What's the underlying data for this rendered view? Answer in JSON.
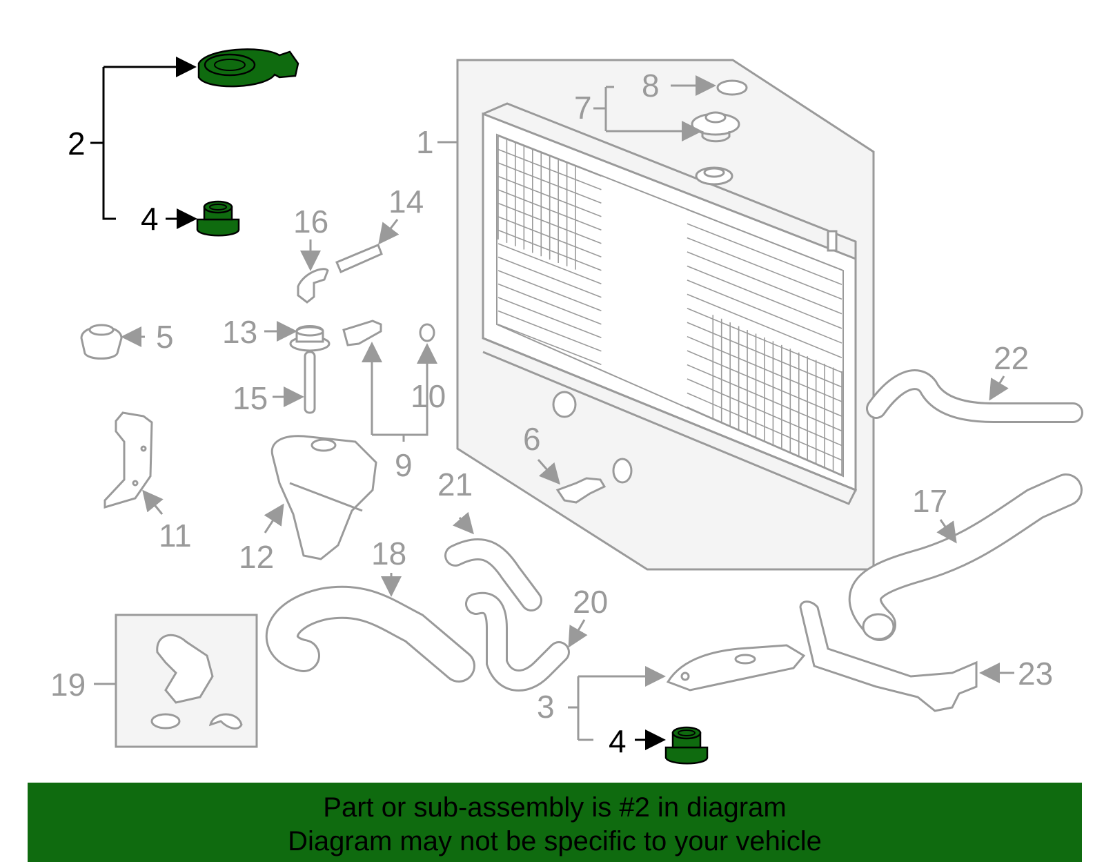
{
  "colors": {
    "highlight": "#0f6b0f",
    "line": "#9a9a9a",
    "panel": "#f4f4f4",
    "banner": "#0f6b0f"
  },
  "callouts": {
    "c1": "1",
    "c2": "2",
    "c3": "3",
    "c4a": "4",
    "c4b": "4",
    "c5": "5",
    "c6": "6",
    "c7": "7",
    "c8": "8",
    "c9": "9",
    "c10": "10",
    "c11": "11",
    "c12": "12",
    "c13": "13",
    "c14": "14",
    "c15": "15",
    "c16": "16",
    "c17": "17",
    "c18": "18",
    "c19": "19",
    "c20": "20",
    "c21": "21",
    "c22": "22",
    "c23": "23"
  },
  "highlighted_parts": [
    "2",
    "4"
  ],
  "banner": {
    "line1": "Part or sub-assembly is #2 in diagram",
    "line2": "Diagram may not be specific to your vehicle"
  }
}
